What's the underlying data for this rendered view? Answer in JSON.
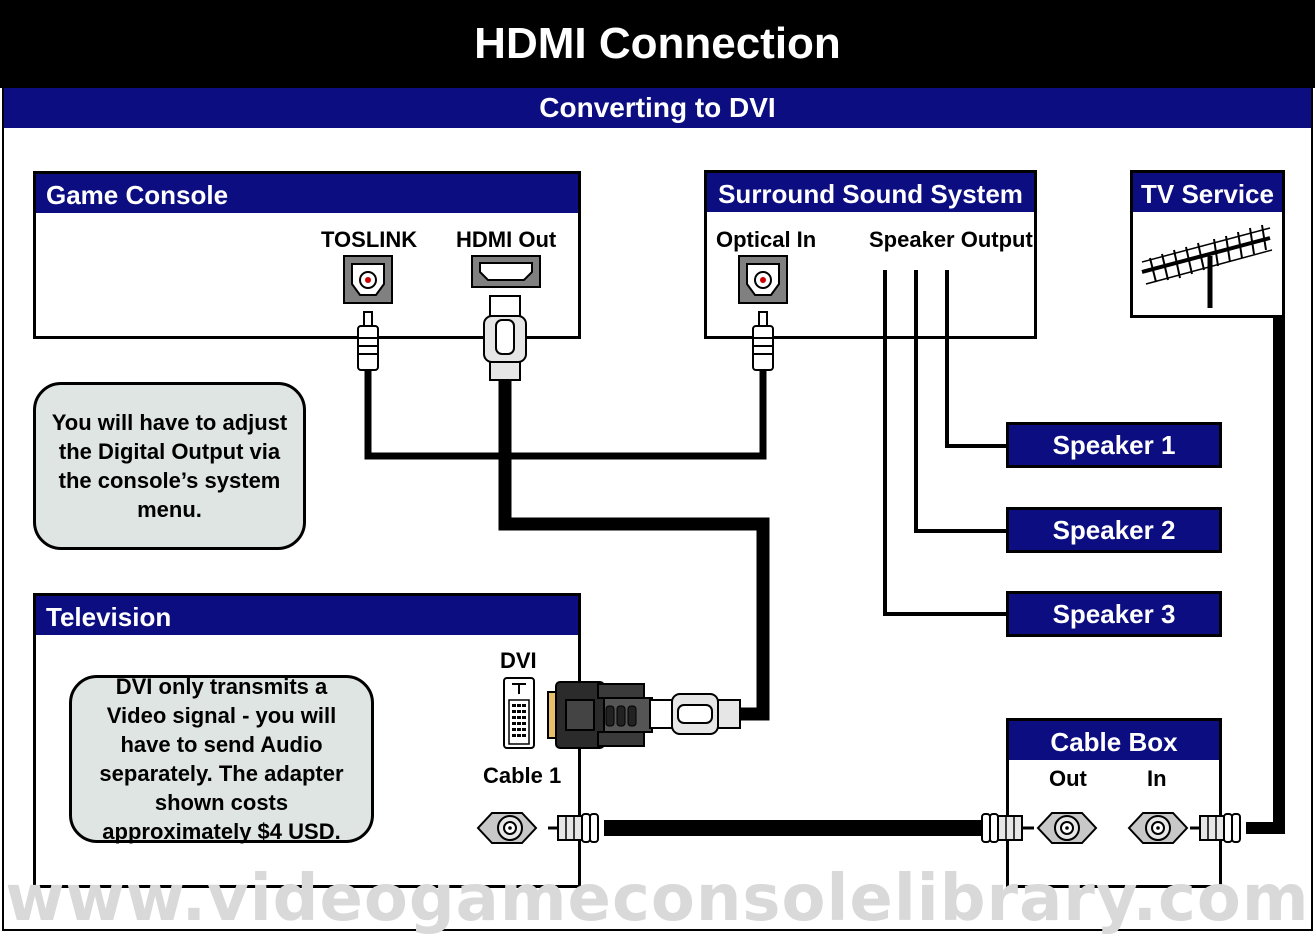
{
  "title": "HDMI Connection",
  "subtitle": "Converting to DVI",
  "game_console": {
    "header": "Game Console",
    "toslink_label": "TOSLINK",
    "hdmi_out_label": "HDMI Out"
  },
  "surround": {
    "header": "Surround Sound System",
    "optical_in_label": "Optical In",
    "speaker_output_label": "Speaker Output"
  },
  "tv_service": {
    "header": "TV Service"
  },
  "speakers": [
    "Speaker 1",
    "Speaker 2",
    "Speaker 3"
  ],
  "television": {
    "header": "Television",
    "dvi_label": "DVI",
    "cable1_label": "Cable 1"
  },
  "cable_box": {
    "header": "Cable Box",
    "out_label": "Out",
    "in_label": "In"
  },
  "notes": {
    "console_note": "You will have to adjust the Digital Output via the console’s system menu.",
    "tv_note": "DVI only transmits a Video signal - you will have to send Audio separately.  The adapter shown costs approximately $4 USD."
  },
  "watermark": "www.videogameconsolelibrary.com",
  "colors": {
    "header_blue": "#0c0d80",
    "note_fill": "#dfe5e3",
    "port_gray": "#808080"
  }
}
